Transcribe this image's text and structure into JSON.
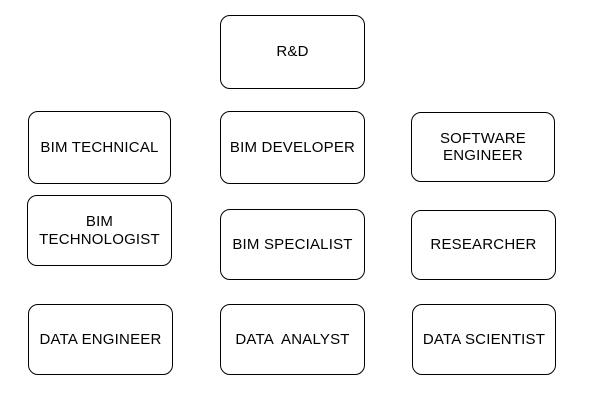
{
  "diagram": {
    "background_color": "#ffffff",
    "node_fill_color": "#ffffff",
    "node_border_color": "#000000",
    "text_color": "#000000",
    "nodes": [
      {
        "id": "rd",
        "label": "R&D"
      },
      {
        "id": "bim-technical",
        "label": "BIM TECHNICAL"
      },
      {
        "id": "bim-developer",
        "label": "BIM DEVELOPER"
      },
      {
        "id": "software-engineer",
        "label": "SOFTWARE ENGINEER"
      },
      {
        "id": "bim-technologist",
        "label": "BIM TECHNOLOGIST"
      },
      {
        "id": "bim-specialist",
        "label": "BIM SPECIALIST"
      },
      {
        "id": "researcher",
        "label": "RESEARCHER"
      },
      {
        "id": "data-engineer",
        "label": "DATA ENGINEER"
      },
      {
        "id": "data-analyst",
        "label": "DATA  ANALYST"
      },
      {
        "id": "data-scientist",
        "label": "DATA SCIENTIST"
      }
    ]
  }
}
